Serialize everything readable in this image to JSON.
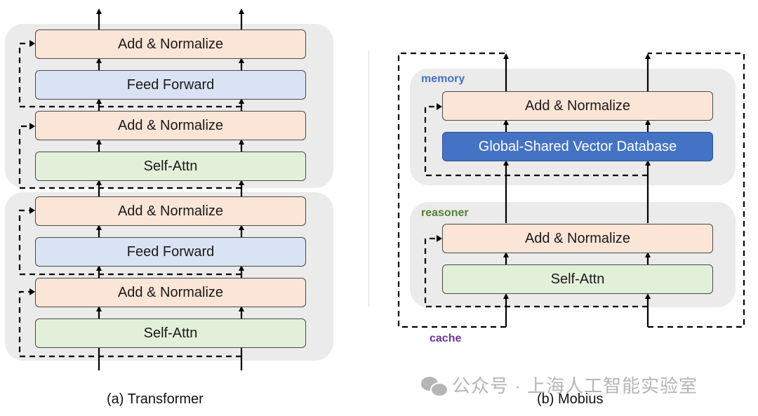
{
  "transformer": {
    "caption": "(a) Transformer",
    "layer1": {
      "norm2": "Add & Normalize",
      "ffn": "Feed Forward",
      "norm1": "Add & Normalize",
      "attn": "Self-Attn"
    },
    "layer2": {
      "norm2": "Add & Normalize",
      "ffn": "Feed Forward",
      "norm1": "Add & Normalize",
      "attn": "Self-Attn"
    }
  },
  "mobius": {
    "caption": "(b) Mobius",
    "memory": {
      "label": "memory",
      "label_color": "#4472c4",
      "norm": "Add & Normalize",
      "db": "Global-Shared Vector Database"
    },
    "reasoner": {
      "label": "reasoner",
      "label_color": "#548235",
      "norm": "Add & Normalize",
      "attn": "Self-Attn"
    },
    "cache": {
      "label": "cache",
      "label_color": "#7030a0"
    }
  },
  "watermark": {
    "text": "公众号 · 上海人工智能实验室",
    "icon": "wechat-icon"
  },
  "colors": {
    "norm": "#fbe5d6",
    "ffn": "#dae3f3",
    "attn": "#e2f0d9",
    "db": "#4472c4",
    "group_bg": "#ebebeb",
    "line": "#000000"
  }
}
